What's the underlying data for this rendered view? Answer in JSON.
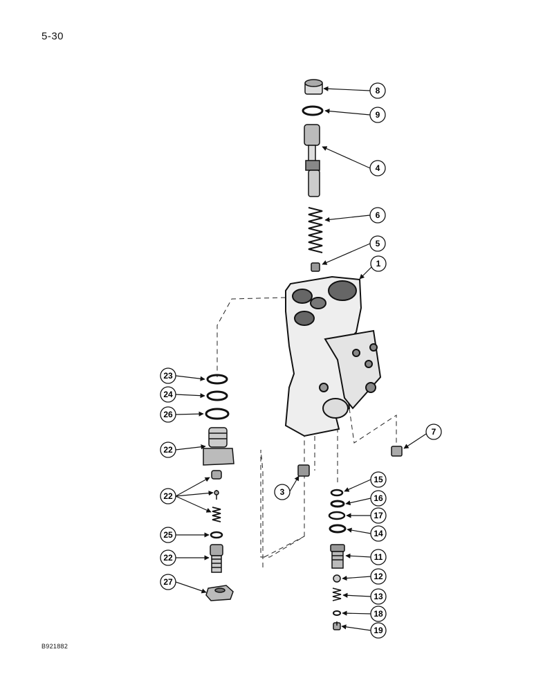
{
  "page": {
    "page_number": "5-30",
    "figure_code": "B921882"
  },
  "callouts": [
    {
      "id": "c8",
      "label": "8"
    },
    {
      "id": "c9",
      "label": "9"
    },
    {
      "id": "c4",
      "label": "4"
    },
    {
      "id": "c6",
      "label": "6"
    },
    {
      "id": "c5",
      "label": "5"
    },
    {
      "id": "c1",
      "label": "1"
    },
    {
      "id": "c7",
      "label": "7"
    },
    {
      "id": "c23",
      "label": "23"
    },
    {
      "id": "c24",
      "label": "24"
    },
    {
      "id": "c26",
      "label": "26"
    },
    {
      "id": "c22a",
      "label": "22"
    },
    {
      "id": "c22b",
      "label": "22"
    },
    {
      "id": "c25",
      "label": "25"
    },
    {
      "id": "c22c",
      "label": "22"
    },
    {
      "id": "c27",
      "label": "27"
    },
    {
      "id": "c3",
      "label": "3"
    },
    {
      "id": "c15",
      "label": "15"
    },
    {
      "id": "c16",
      "label": "16"
    },
    {
      "id": "c17",
      "label": "17"
    },
    {
      "id": "c14",
      "label": "14"
    },
    {
      "id": "c11",
      "label": "11"
    },
    {
      "id": "c12",
      "label": "12"
    },
    {
      "id": "c13",
      "label": "13"
    },
    {
      "id": "c18",
      "label": "18"
    },
    {
      "id": "c19",
      "label": "19"
    }
  ]
}
